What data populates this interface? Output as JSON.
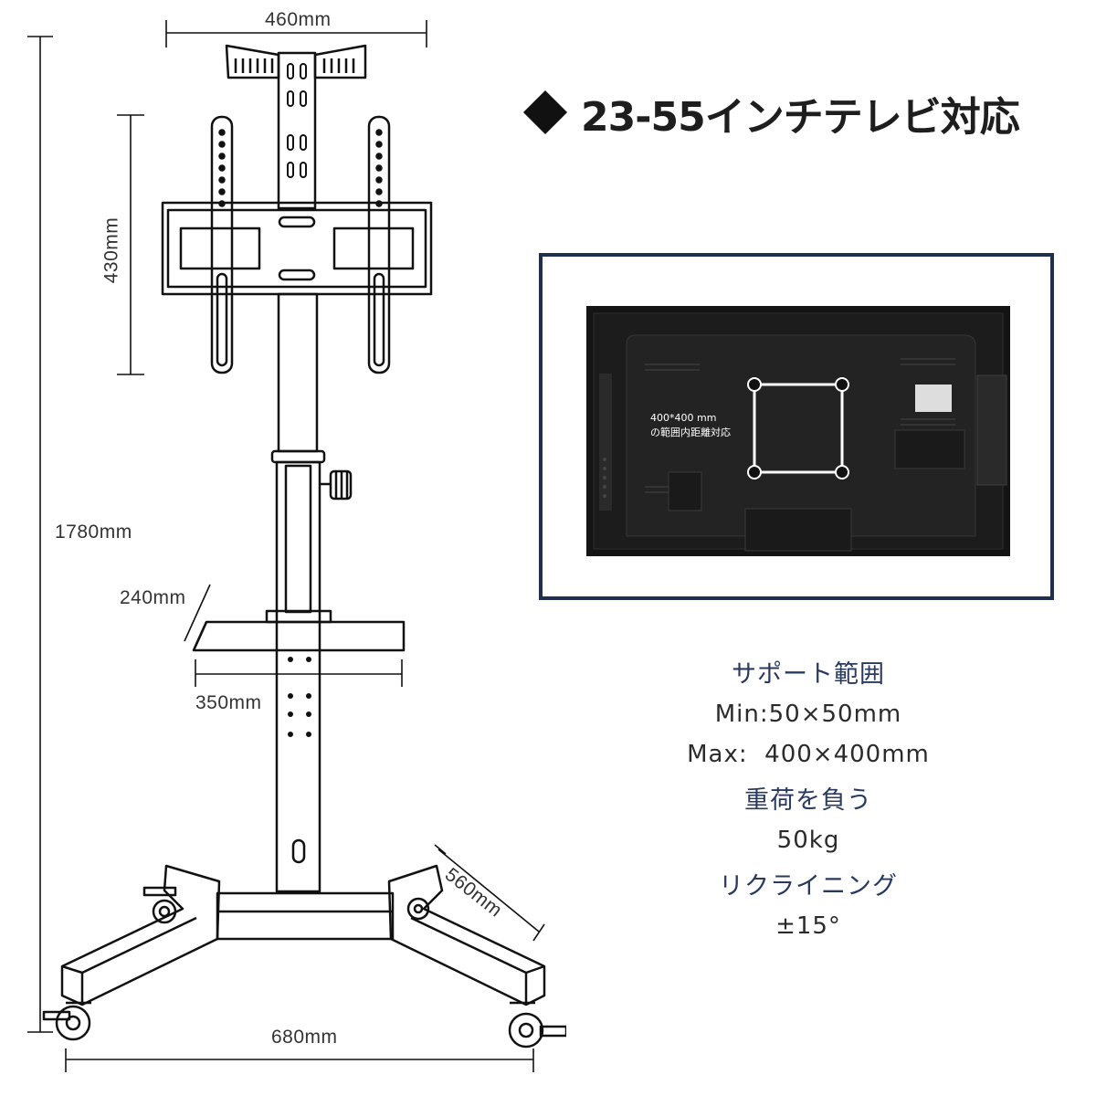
{
  "title": "23-55インチテレビ対応",
  "title_icon": "diamond-icon",
  "dimensions": {
    "top_width": "460mm",
    "bracket_height": "430mm",
    "total_height": "1780mm",
    "shelf_depth": "240mm",
    "shelf_width": "350mm",
    "leg_length": "560mm",
    "base_width": "680mm"
  },
  "tv_inset": {
    "vesa_label_line1": "400*400 mm",
    "vesa_label_line2": "の範囲内距離対応",
    "border_color": "#1f2f4d"
  },
  "specs": {
    "support_heading": "サポート範囲",
    "min": "Min:50×50mm",
    "max": "Max:  400×400mm",
    "load_heading": "重荷を負う",
    "load_value": "50kg",
    "tilt_heading": "リクライニング",
    "tilt_value": "±15°"
  }
}
